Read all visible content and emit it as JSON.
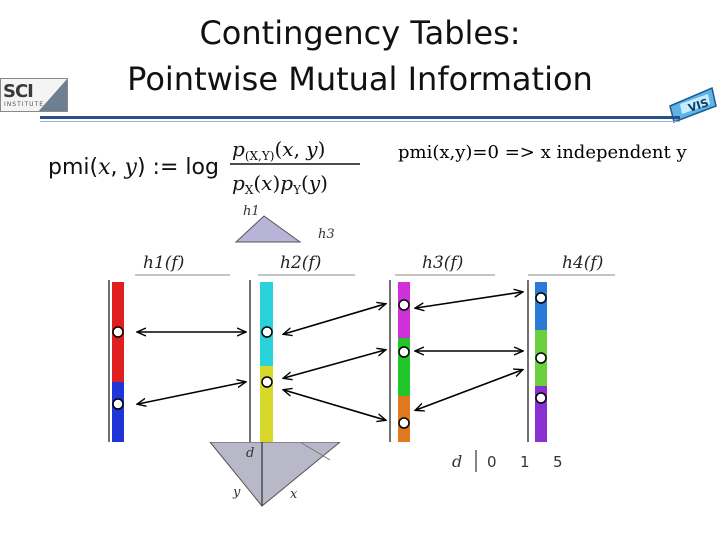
{
  "title": {
    "line1": "Contingency Tables:",
    "line2": "Pointwise Mutual Information"
  },
  "logo": {
    "text": "SCI",
    "subtext": "INSTITUTE"
  },
  "formula": {
    "lhs": "pmi(x, y) := log",
    "numerator": "p(X,Y)(x, y)",
    "denominator": "pX(x)pY(y)"
  },
  "note": "pmi(x,y)=0 => x independent y",
  "histograms": [
    {
      "label": "h1(f)",
      "segments": [
        "#e02020",
        "#1f35d8"
      ]
    },
    {
      "label": "h2(f)",
      "segments": [
        "#2ad2dc",
        "#d8d82a"
      ]
    },
    {
      "label": "h3(f)",
      "segments": [
        "#d030d8",
        "#22c52a",
        "#e07820"
      ]
    },
    {
      "label": "h4(f)",
      "segments": [
        "#2a7ad8",
        "#6ad040",
        "#8a30d0"
      ]
    }
  ],
  "background_labels": {
    "h1": "h1",
    "h3": "h3",
    "d": "d",
    "y": "y",
    "x": "x",
    "table_d": "d",
    "table_values": [
      "0",
      "1",
      "5"
    ]
  },
  "colors": {
    "rule": "#2b4f8a",
    "pyramid": "#b8b4d8",
    "pyramid_shade": "#9e9aa8"
  }
}
